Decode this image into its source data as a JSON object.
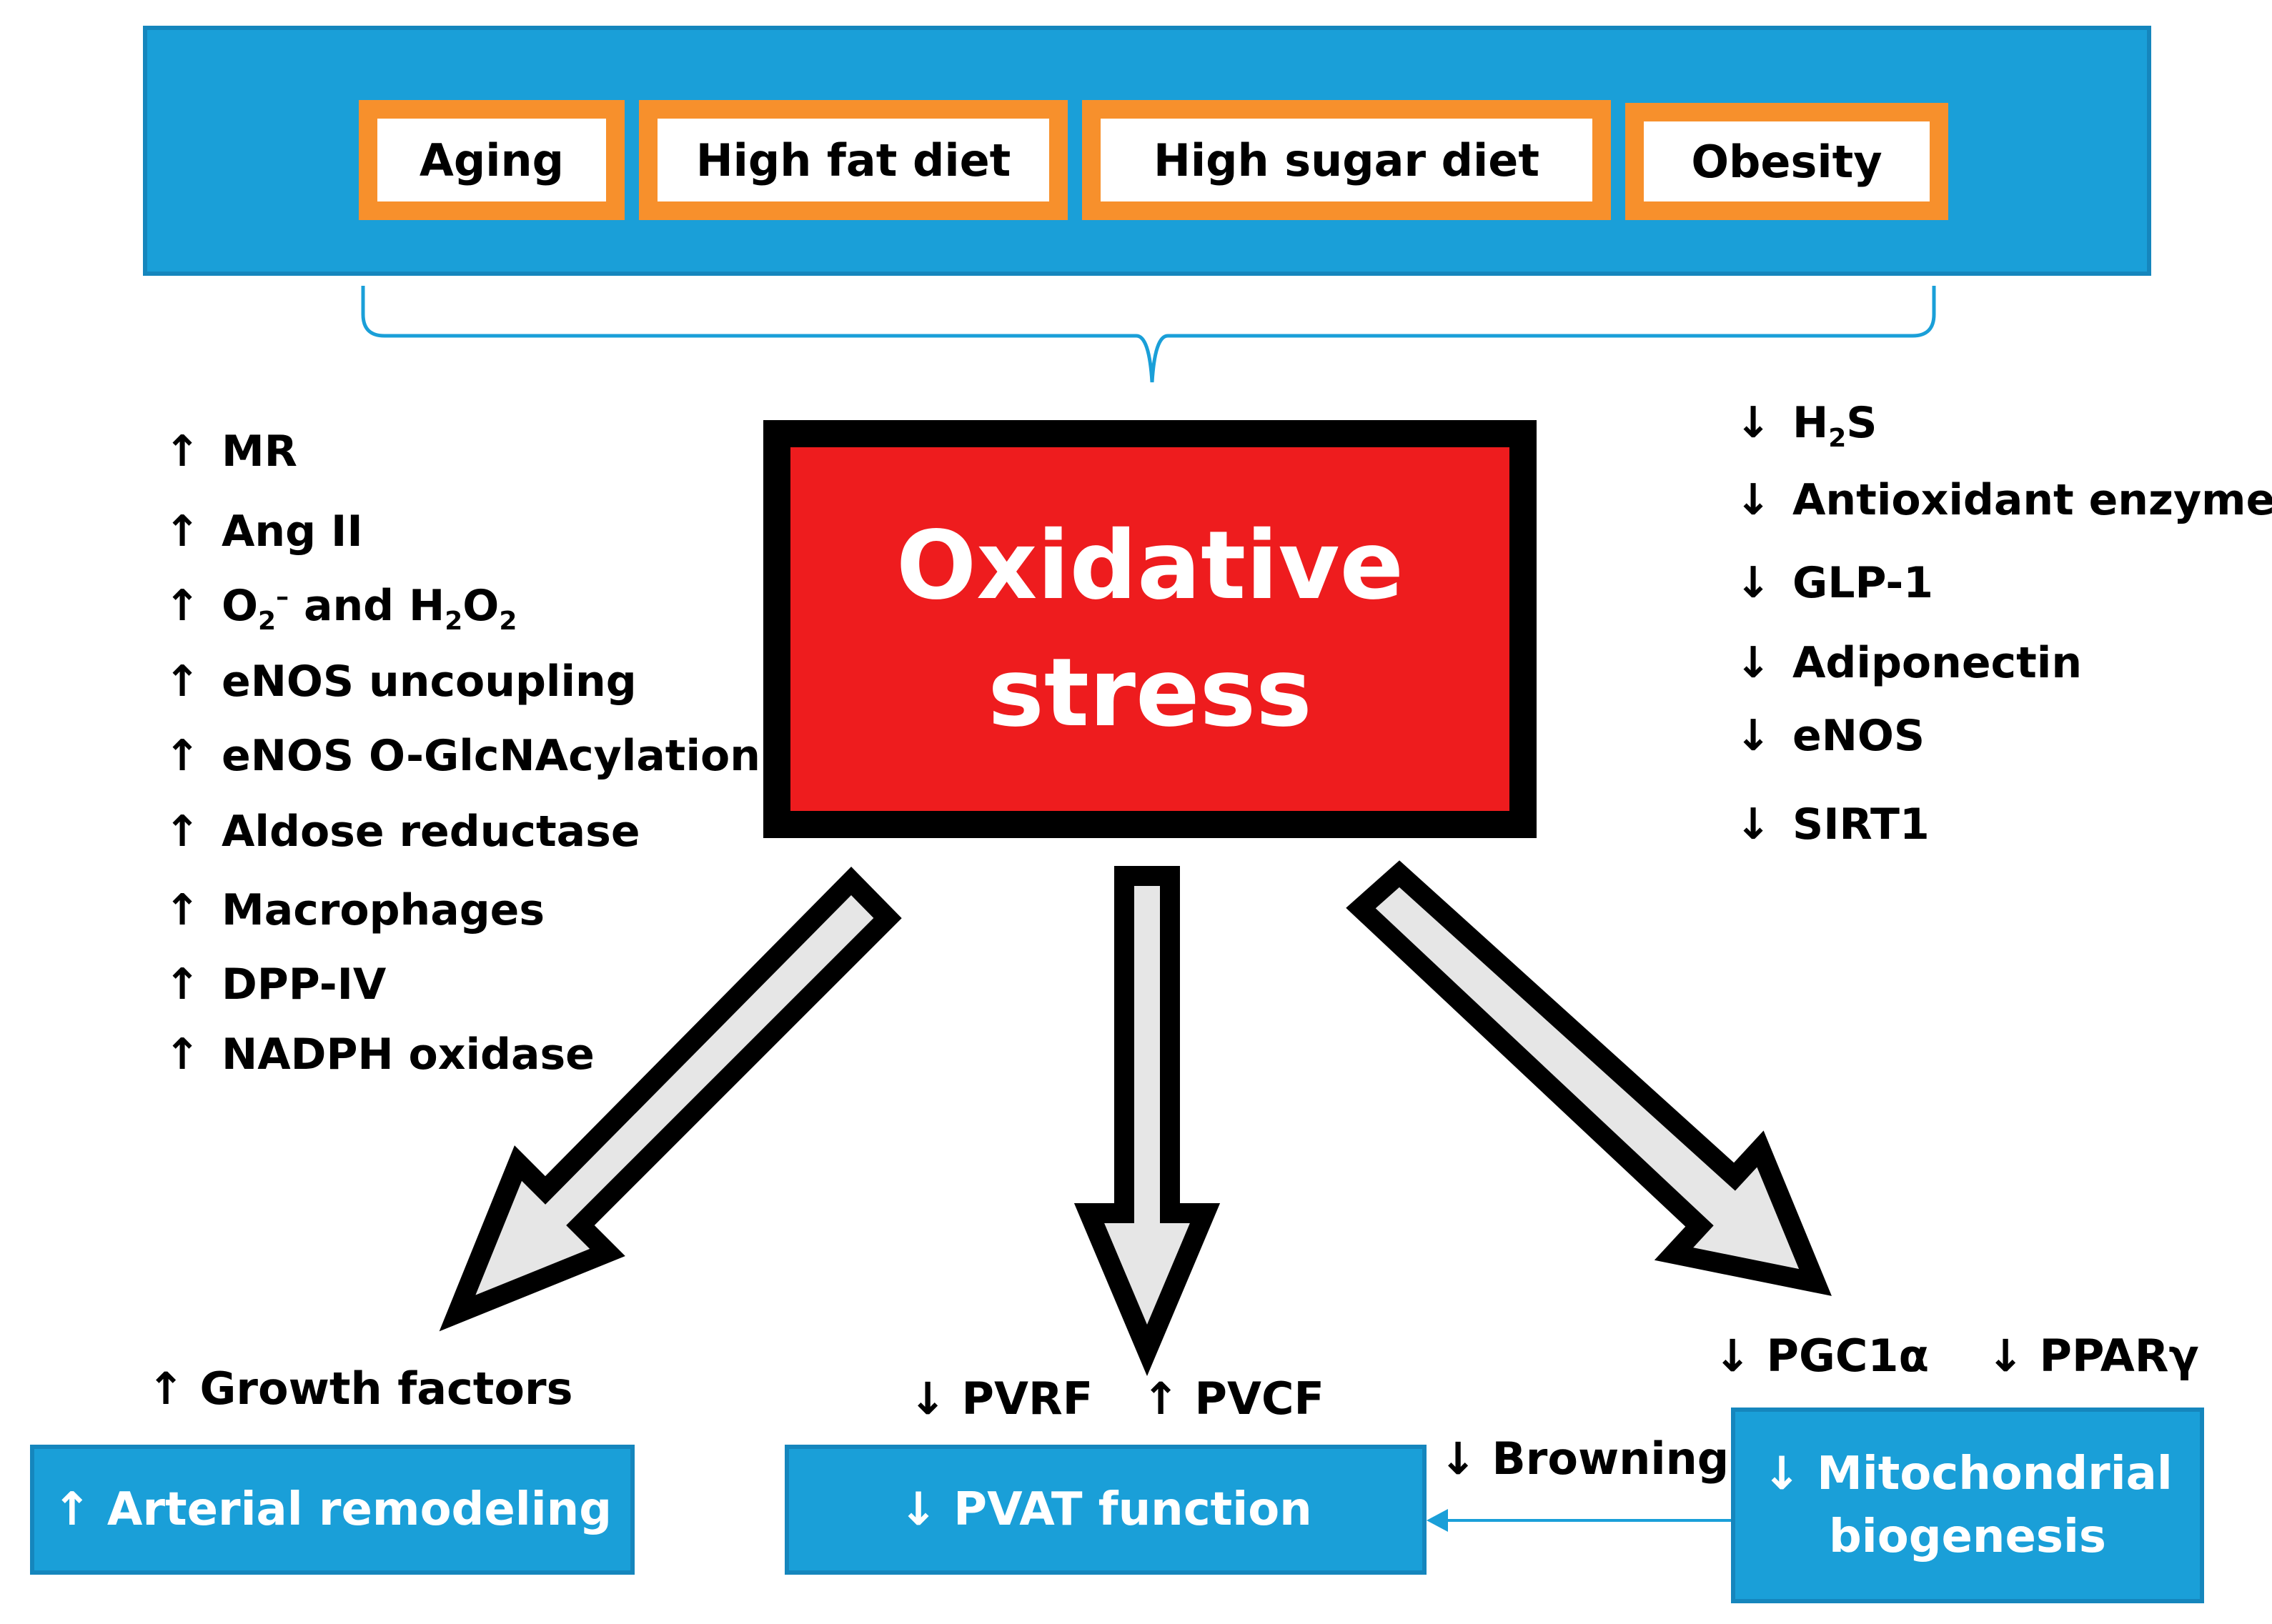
{
  "colors": {
    "banner_blue": "#1a9fd8",
    "banner_border": "#1586bd",
    "factor_orange": "#f7902c",
    "center_red": "#ee1c1e",
    "arrow_fill": "#e6e6e6"
  },
  "risk_factors": [
    "Aging",
    "High fat diet",
    "High sugar diet",
    "Obesity"
  ],
  "center": {
    "line1": "Oxidative",
    "line2": "stress"
  },
  "increased": {
    "arrow": "↑",
    "items": [
      "MR",
      "Ang II",
      "eNOS uncoupling",
      "eNOS O-GlcNAcylation",
      "Aldose reductase",
      "Macrophages",
      "DPP-IV",
      "NADPH oxidase"
    ],
    "ros": {
      "o": "O",
      "o_sub": "2",
      "o_sup": "–",
      "and": " and H",
      "h_sub": "2",
      "o2": "O",
      "o2_sub": "2"
    }
  },
  "decreased": {
    "arrow": "↓",
    "h2s": {
      "h": "H",
      "sub": "2",
      "s": "S"
    },
    "items": [
      "Antioxidant enzymes",
      "GLP-1",
      "Adiponectin",
      "eNOS",
      "SIRT1"
    ]
  },
  "bottom": {
    "growth_factors": "↑ Growth factors",
    "pvrf": "↓ PVRF",
    "pvcf": "↑ PVCF",
    "pgc1a": "↓ PGC1α",
    "ppary": "↓ PPARγ",
    "browning": "↓ Browning",
    "arterial_remodeling": "↑ Arterial remodeling",
    "pvat_function": "↓ PVAT function",
    "mito_line1": "↓ Mitochondrial",
    "mito_line2": "biogenesis"
  }
}
